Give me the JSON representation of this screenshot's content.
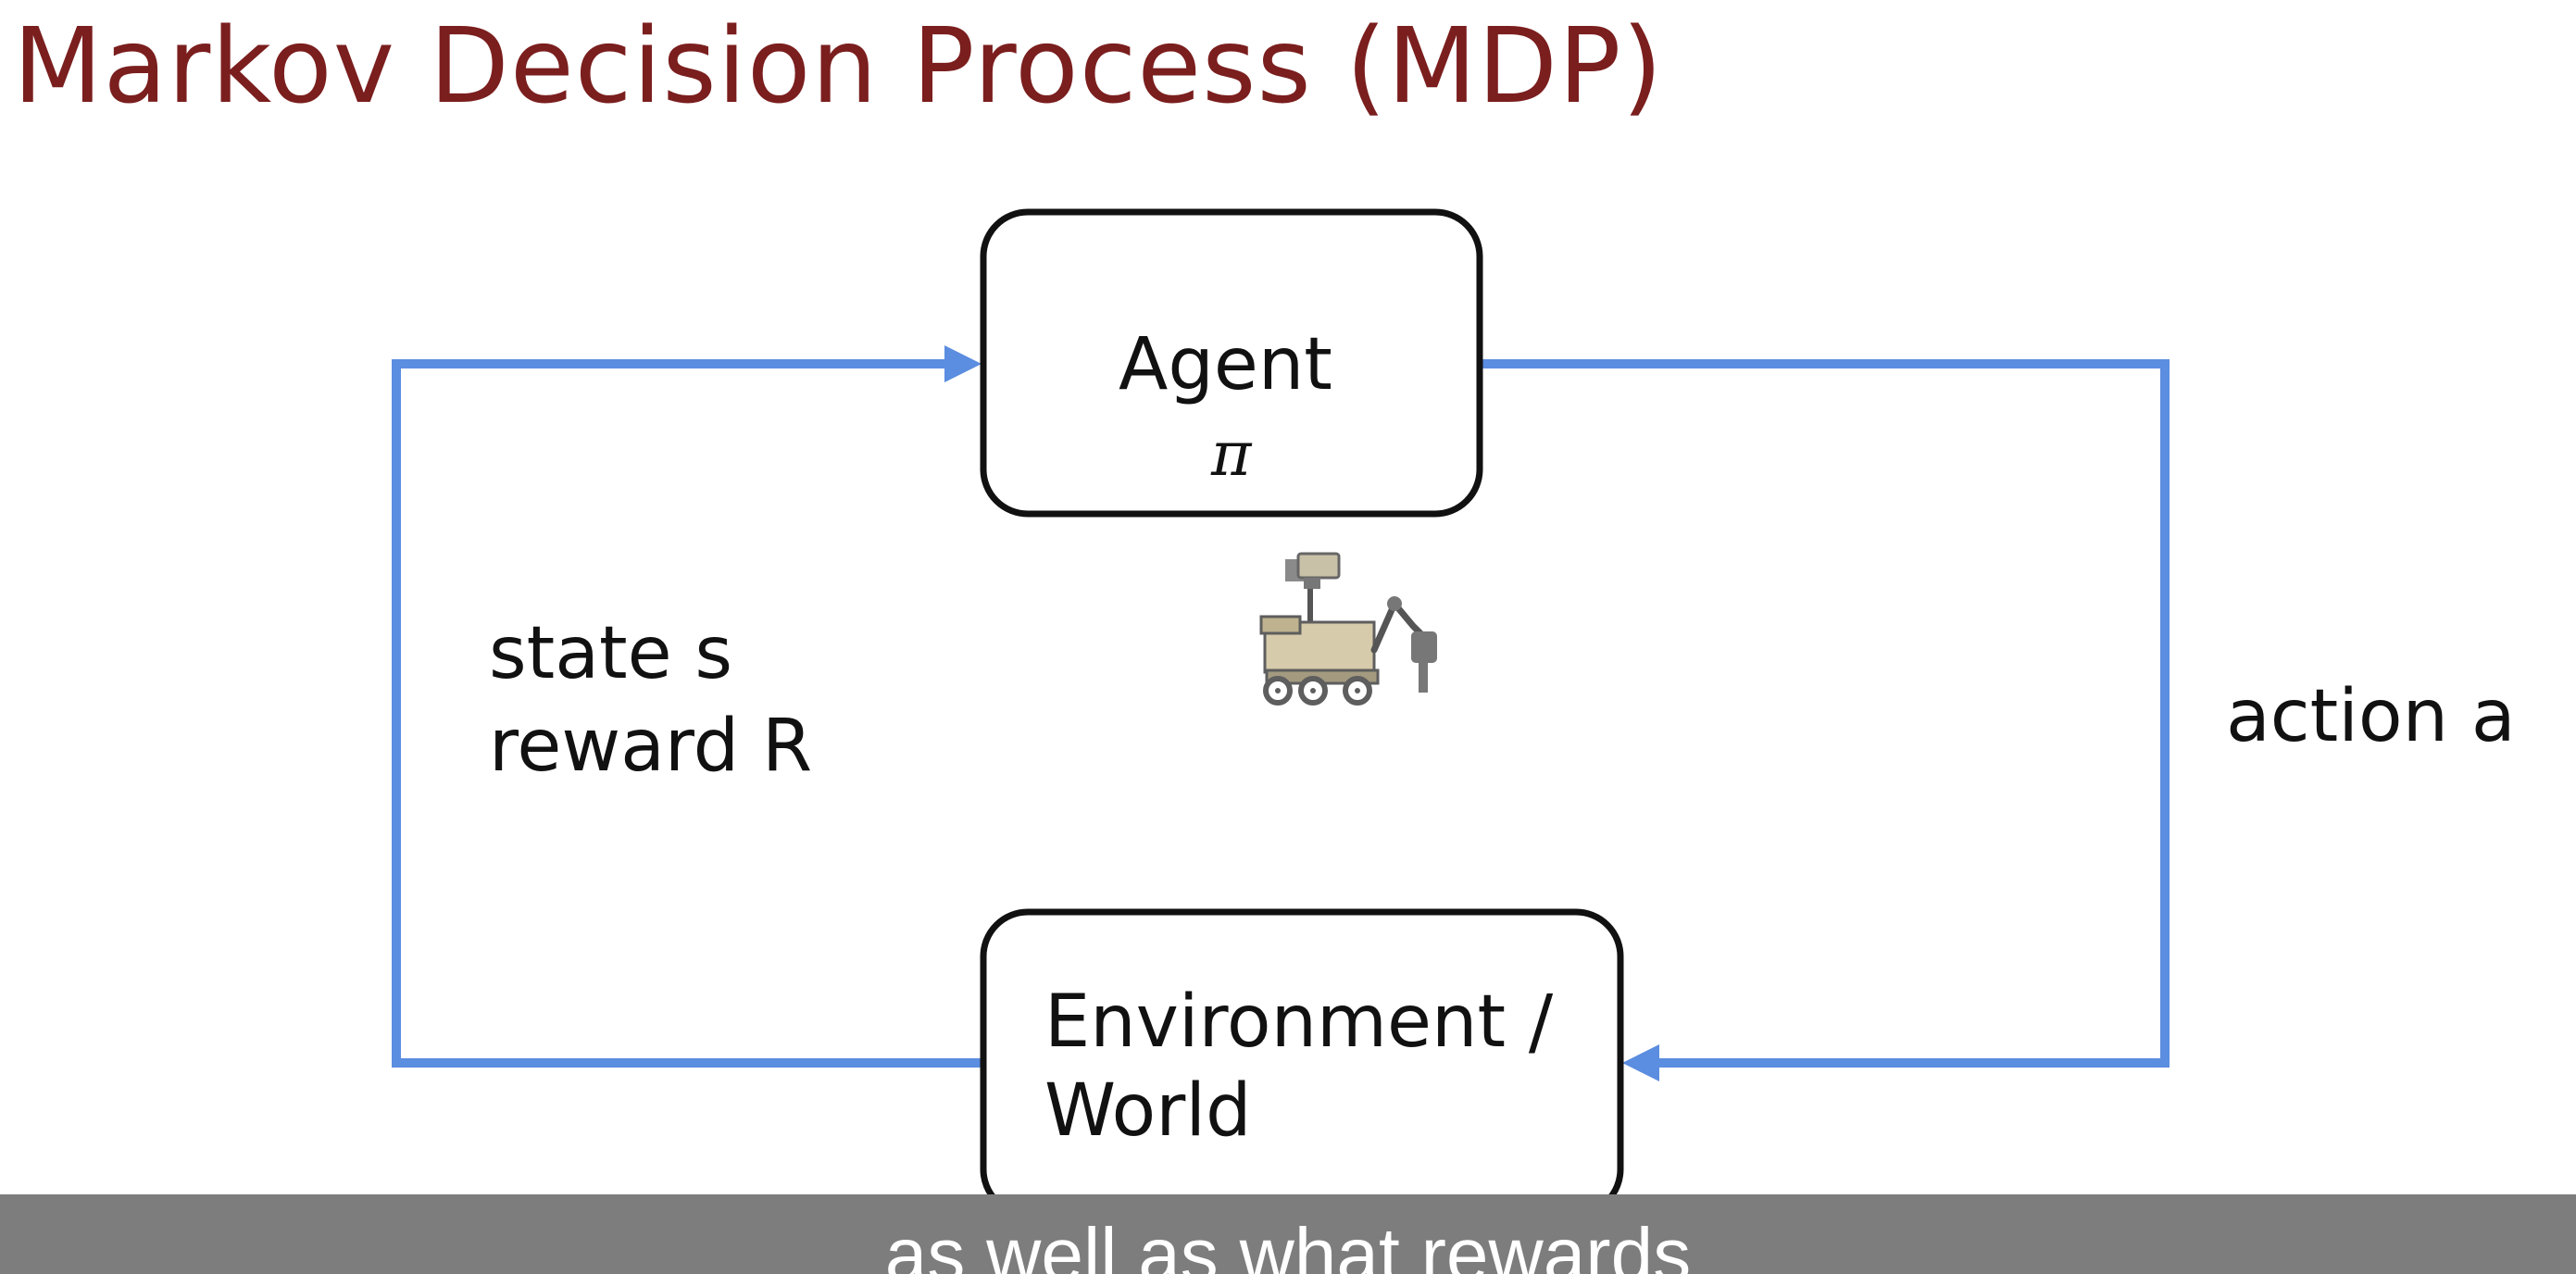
{
  "slide": {
    "title": "Markov Decision Process (MDP)",
    "title_color": "#7b1e1e"
  },
  "diagram": {
    "arrow_color": "#5b8de0",
    "agent_box": {
      "label": "Agent",
      "symbol": "π"
    },
    "environment_box": {
      "line1": "Environment /",
      "line2": "World"
    },
    "feedback_labels": {
      "state": "state s",
      "reward": "reward R"
    },
    "action_label": "action a",
    "center_illustration": "mars-rover-icon"
  },
  "caption": {
    "text": "as well as what rewards"
  }
}
